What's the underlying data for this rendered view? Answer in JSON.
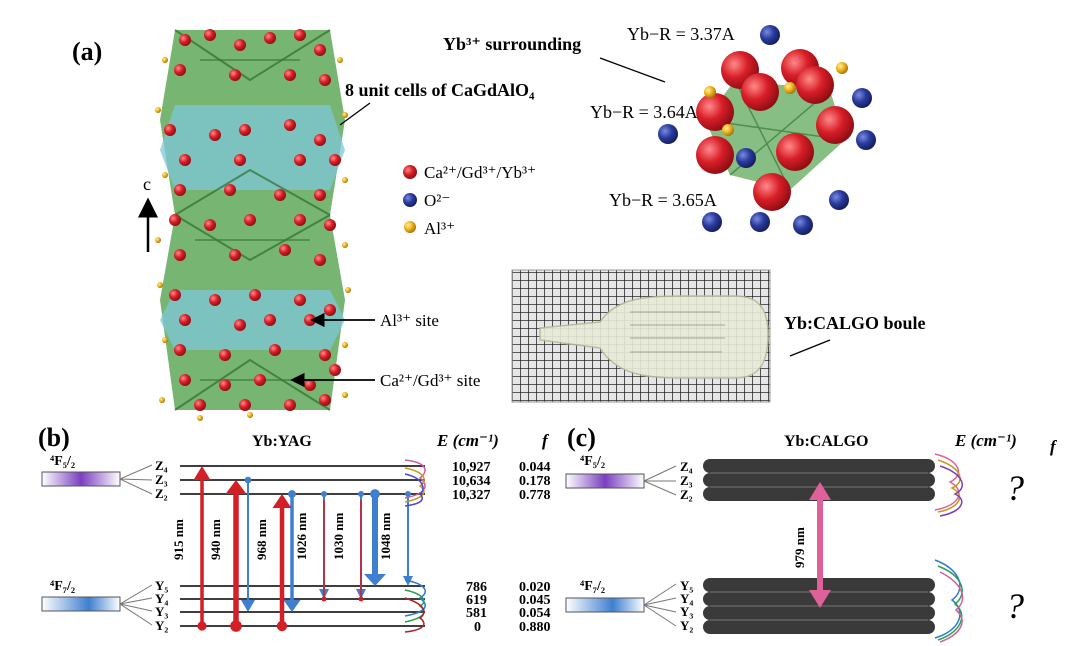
{
  "panel_a": {
    "label": "(a)",
    "unit_cells": "8 unit cells of CaGdAlO₄",
    "axis": "c",
    "legend": [
      {
        "text": "Ca²⁺/Gd³⁺/Yb³⁺",
        "color": "#d81e28"
      },
      {
        "text": "O²⁻",
        "color": "#2a3b9e"
      },
      {
        "text": "Al³⁺",
        "color": "#f0b31c"
      }
    ],
    "al_site": "Al³⁺ site",
    "ca_site": "Ca²⁺/Gd³⁺ site",
    "yb_surrounding": "Yb³⁺ surrounding",
    "distances": [
      "Yb−R = 3.37A",
      "Yb−R = 3.64A",
      "Yb−R = 3.65A"
    ],
    "boule_label": "Yb:CALGO boule"
  },
  "panel_b": {
    "label": "(b)",
    "title": "Yb:YAG",
    "col_e": "E (cm⁻¹)",
    "col_f": "f",
    "upper_manifold": "⁴F₅/₂",
    "lower_manifold": "⁴F₇/₂",
    "upper_levels": [
      {
        "name": "Z₄",
        "e": "10,927",
        "f": "0.044"
      },
      {
        "name": "Z₃",
        "e": "10,634",
        "f": "0.178"
      },
      {
        "name": "Z₂",
        "e": "10,327",
        "f": "0.778"
      }
    ],
    "lower_levels": [
      {
        "name": "Y₅",
        "e": "786",
        "f": "0.020"
      },
      {
        "name": "Y₄",
        "e": "619",
        "f": "0.045"
      },
      {
        "name": "Y₃",
        "e": "581",
        "f": "0.054"
      },
      {
        "name": "Y₂",
        "e": "0",
        "f": "0.880"
      }
    ],
    "transitions": [
      {
        "wavelength": "915 nm",
        "kind": "absorption"
      },
      {
        "wavelength": "940 nm",
        "kind": "absorption"
      },
      {
        "wavelength": "968 nm",
        "kind": "absorption"
      },
      {
        "wavelength": "1026 nm",
        "kind": "emission"
      },
      {
        "wavelength": "1030 nm",
        "kind": "emission"
      },
      {
        "wavelength": "1048 nm",
        "kind": "emission"
      }
    ],
    "colors": {
      "absorption": "#d31f26",
      "emission": "#3f7fcf"
    }
  },
  "panel_c": {
    "label": "(c)",
    "title": "Yb:CALGO",
    "col_e": "E (cm⁻¹)",
    "col_f": "f",
    "upper_manifold": "⁴F₅/₂",
    "lower_manifold": "⁴F₇/₂",
    "upper_levels": [
      "Z₄",
      "Z₃",
      "Z₂"
    ],
    "lower_levels": [
      "Y₅",
      "Y₄",
      "Y₃",
      "Y₂"
    ],
    "wavelength": "979 nm",
    "unknown": "?",
    "arrow_color": "#e0609a"
  }
}
